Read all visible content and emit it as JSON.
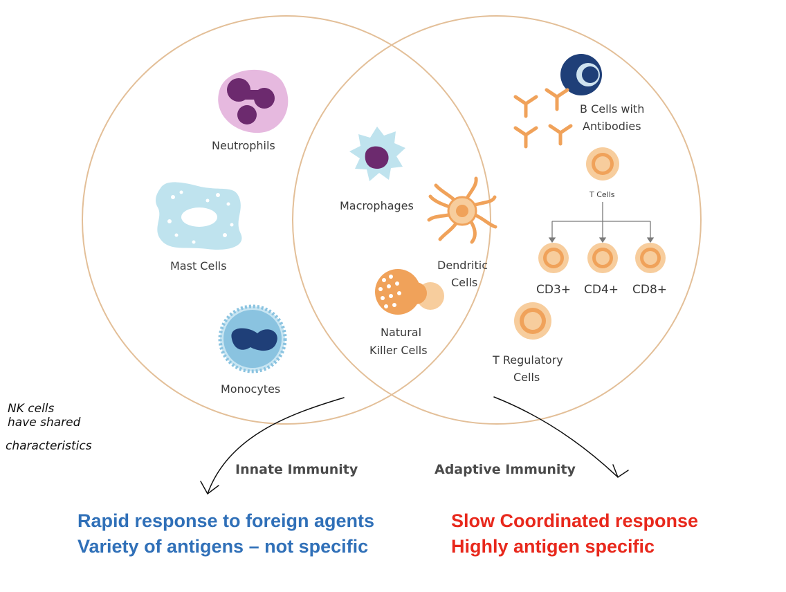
{
  "colors": {
    "circle_outline": "#e3bf98",
    "innate_summary": "#3070b8",
    "adaptive_summary": "#e8281c",
    "cell_orange": "#f0a25a",
    "cell_orange_light": "#f7cd9d",
    "b_cell_blue": "#1f3f78",
    "monocyte_blue": "#8ac3e0",
    "neutrophil_purple": "#6c2a6e",
    "neutrophil_pink": "#e6b9df",
    "mast_cell_blue": "#bfe3ee"
  },
  "innate": {
    "neutrophils": "Neutrophils",
    "mast_cells": "Mast Cells",
    "monocytes": "Monocytes"
  },
  "shared": {
    "macrophages": "Macrophages",
    "dendritic_line1": "Dendritic",
    "dendritic_line2": "Cells",
    "nk_line1": "Natural",
    "nk_line2": "Killer Cells"
  },
  "adaptive": {
    "b_cells_line1": "B Cells with",
    "b_cells_line2": "Antibodies",
    "t_cells": "T Cells",
    "cd3": "CD3+",
    "cd4": "CD4+",
    "cd8": "CD8+",
    "treg_line1": "T Regulatory",
    "treg_line2": "Cells"
  },
  "circle_labels": {
    "innate": "Innate Immunity",
    "adaptive": "Adaptive Immunity"
  },
  "handwritten_note": {
    "line1": "NK cells",
    "line2": "have shared",
    "line3": "characteristics"
  },
  "summary": {
    "innate_line1": "Rapid response to foreign agents",
    "innate_line2": "Variety of antigens – not specific",
    "adaptive_line1": "Slow Coordinated response",
    "adaptive_line2": "Highly antigen specific"
  }
}
